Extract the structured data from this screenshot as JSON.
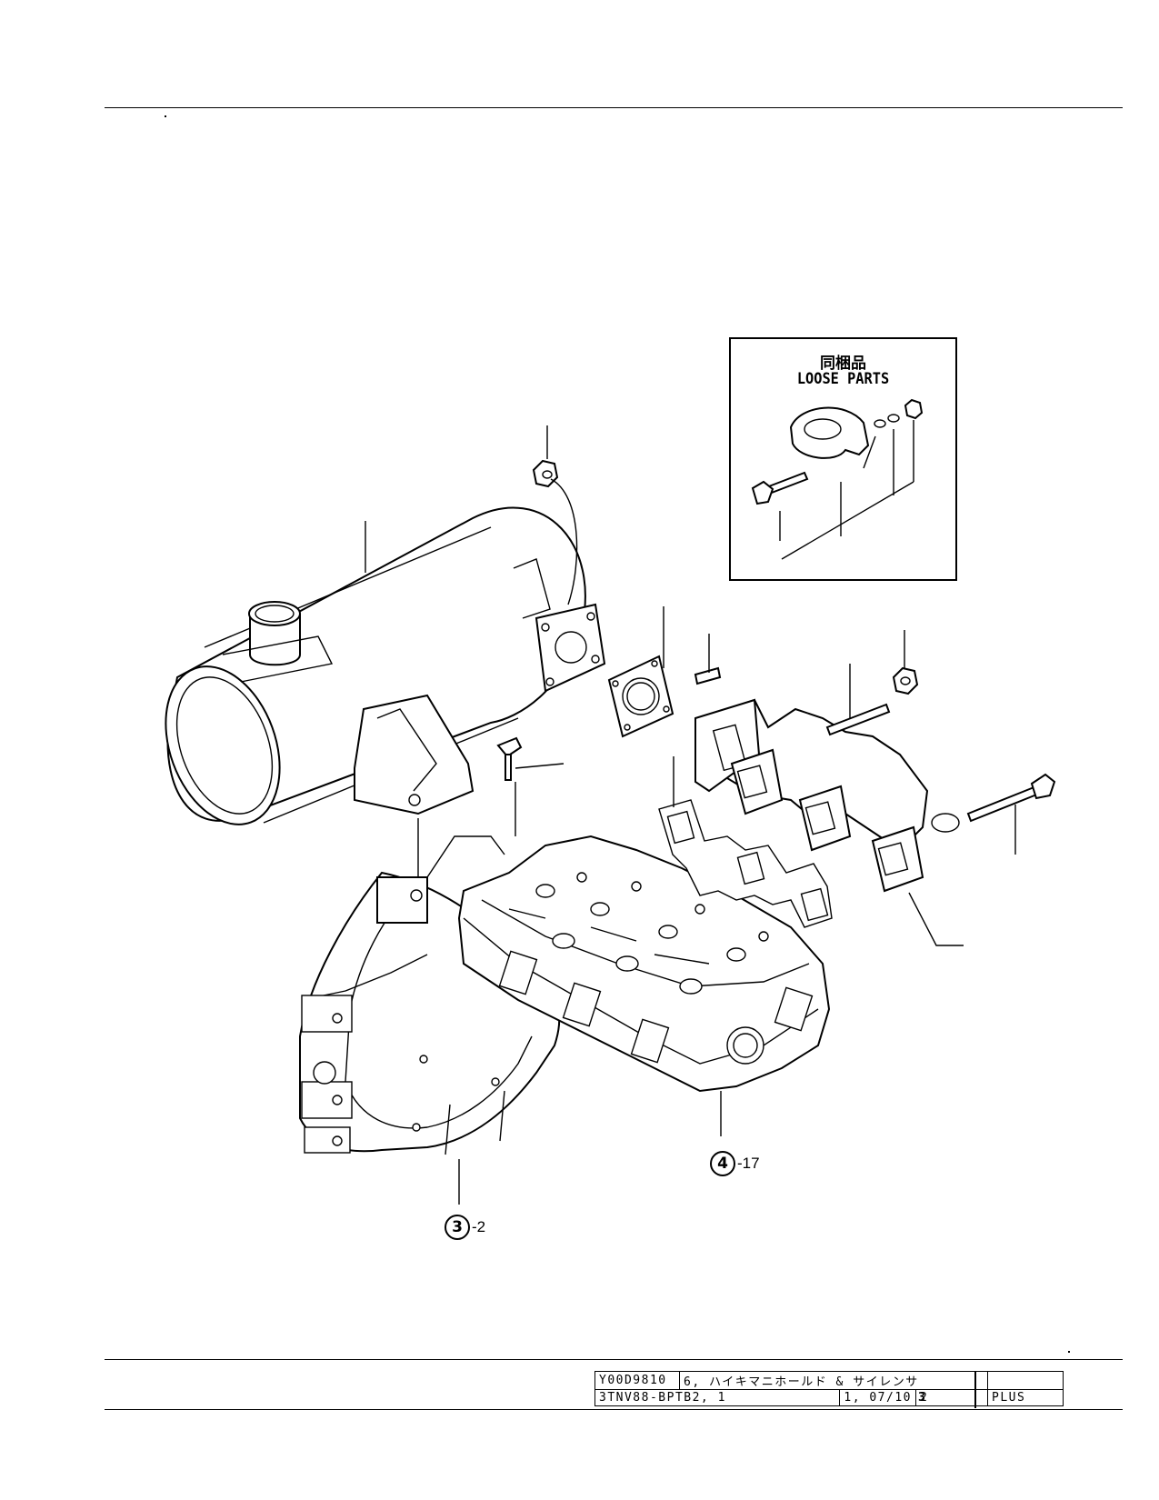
{
  "loose_parts": {
    "title_jp": "同梱品",
    "title_en": "LOOSE PARTS",
    "items": [
      "flange-bolt",
      "clamp-band",
      "washer",
      "spring-washer",
      "nut"
    ]
  },
  "references": [
    {
      "number": "4",
      "suffix": "-17"
    },
    {
      "number": "3",
      "suffix": "-2"
    }
  ],
  "title_block": {
    "doc_number": "Y00D9810",
    "section_title": "6, ハイキマニホールド & サイレンサ",
    "title_extra": "",
    "model": "3TNV88-BPTB2, 1",
    "date": "1, 07/10",
    "page": "2",
    "sheet": "3",
    "edition": "PLUS"
  },
  "icons": {
    "muffler": "silencer-icon",
    "manifold": "exhaust-manifold-icon",
    "cylinder_head": "cylinder-head-icon",
    "flywheel_housing": "flywheel-housing-icon"
  }
}
